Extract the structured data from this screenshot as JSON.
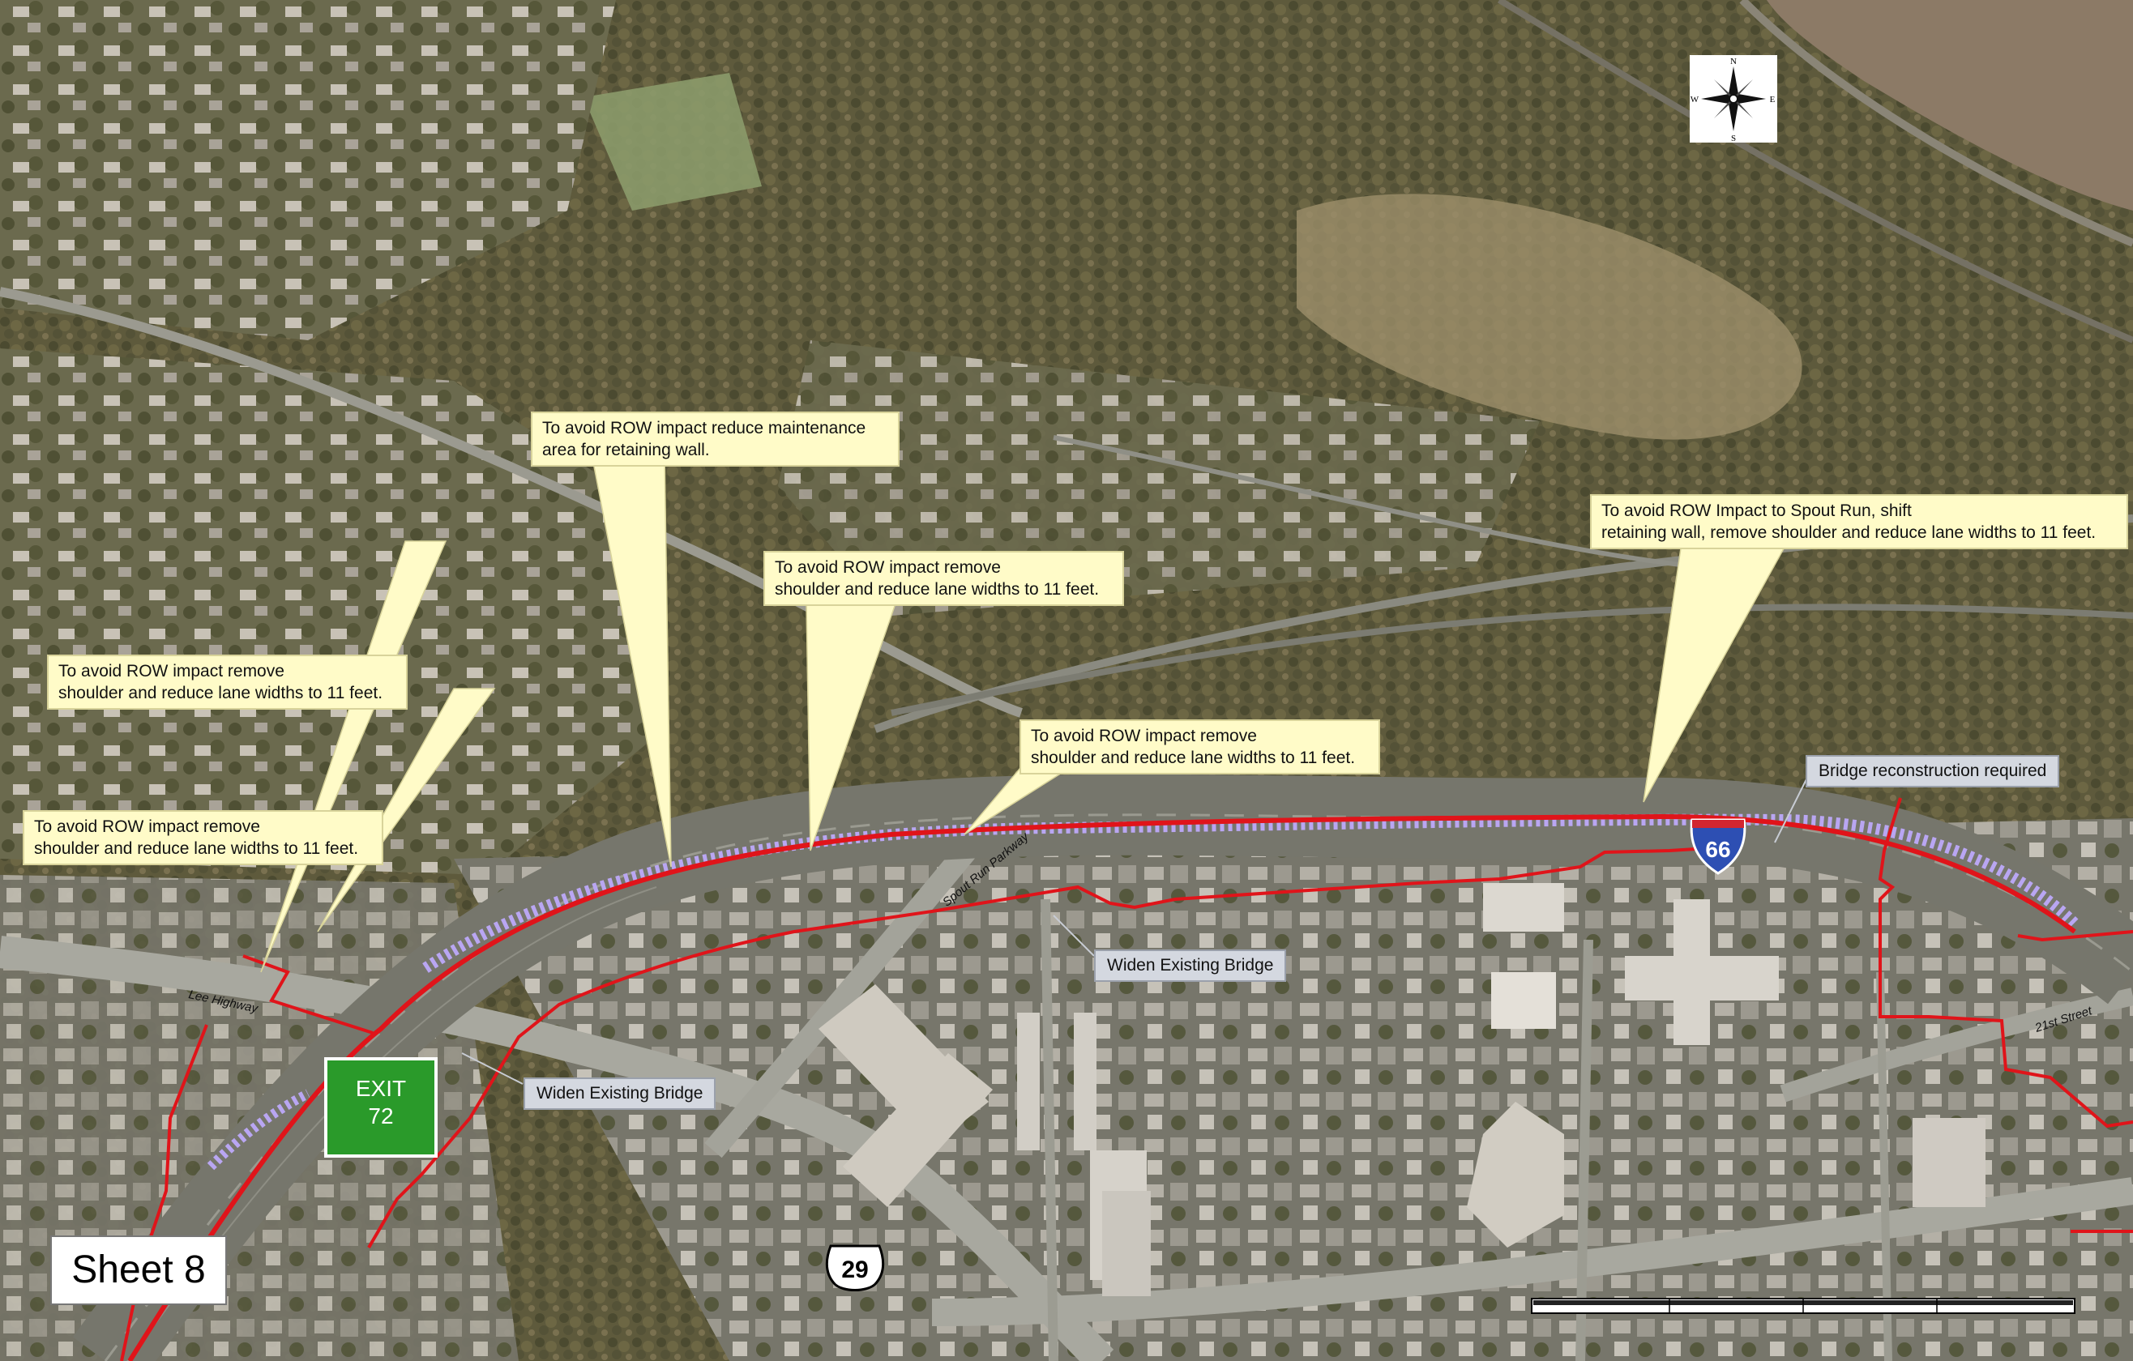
{
  "sheet_label": "Sheet 8",
  "exit_sign": {
    "line1": "EXIT",
    "line2": "72",
    "color": "#2a9a2a"
  },
  "shields": {
    "interstate": "66",
    "us_route": "29"
  },
  "compass": {
    "n": "N",
    "s": "S",
    "e": "E",
    "w": "W"
  },
  "road_labels": {
    "lee_highway": "Lee Highway",
    "spout_run_parkway": "Spout Run Parkway",
    "street_21st": "21st Street"
  },
  "callouts": {
    "far_left": [
      "To avoid ROW impact remove",
      "shoulder and reduce lane widths to 11 feet."
    ],
    "left": [
      "To avoid ROW impact remove",
      "shoulder and reduce lane widths to 11 feet."
    ],
    "maintenance": [
      "To avoid ROW impact reduce maintenance",
      "area for retaining wall."
    ],
    "center_upper": [
      "To avoid ROW impact remove",
      "shoulder and reduce lane widths to 11 feet."
    ],
    "center_lower": [
      "To avoid ROW impact remove",
      "shoulder and reduce lane widths to 11 feet."
    ],
    "spout_run": [
      "To avoid ROW Impact to Spout Run, shift",
      "retaining wall, remove shoulder and reduce lane widths to 11 feet."
    ]
  },
  "grey_labels": {
    "widen_bridge_1": "Widen Existing Bridge",
    "widen_bridge_2": "Widen Existing Bridge",
    "bridge_reconstruction": "Bridge reconstruction required"
  },
  "colors": {
    "callout_fill": "#fffbc8",
    "limit_line": "#e0141a",
    "purple_hatch": "#b9a6f2",
    "label_grey": "#d4d8e0",
    "river": "#8c7a66"
  }
}
